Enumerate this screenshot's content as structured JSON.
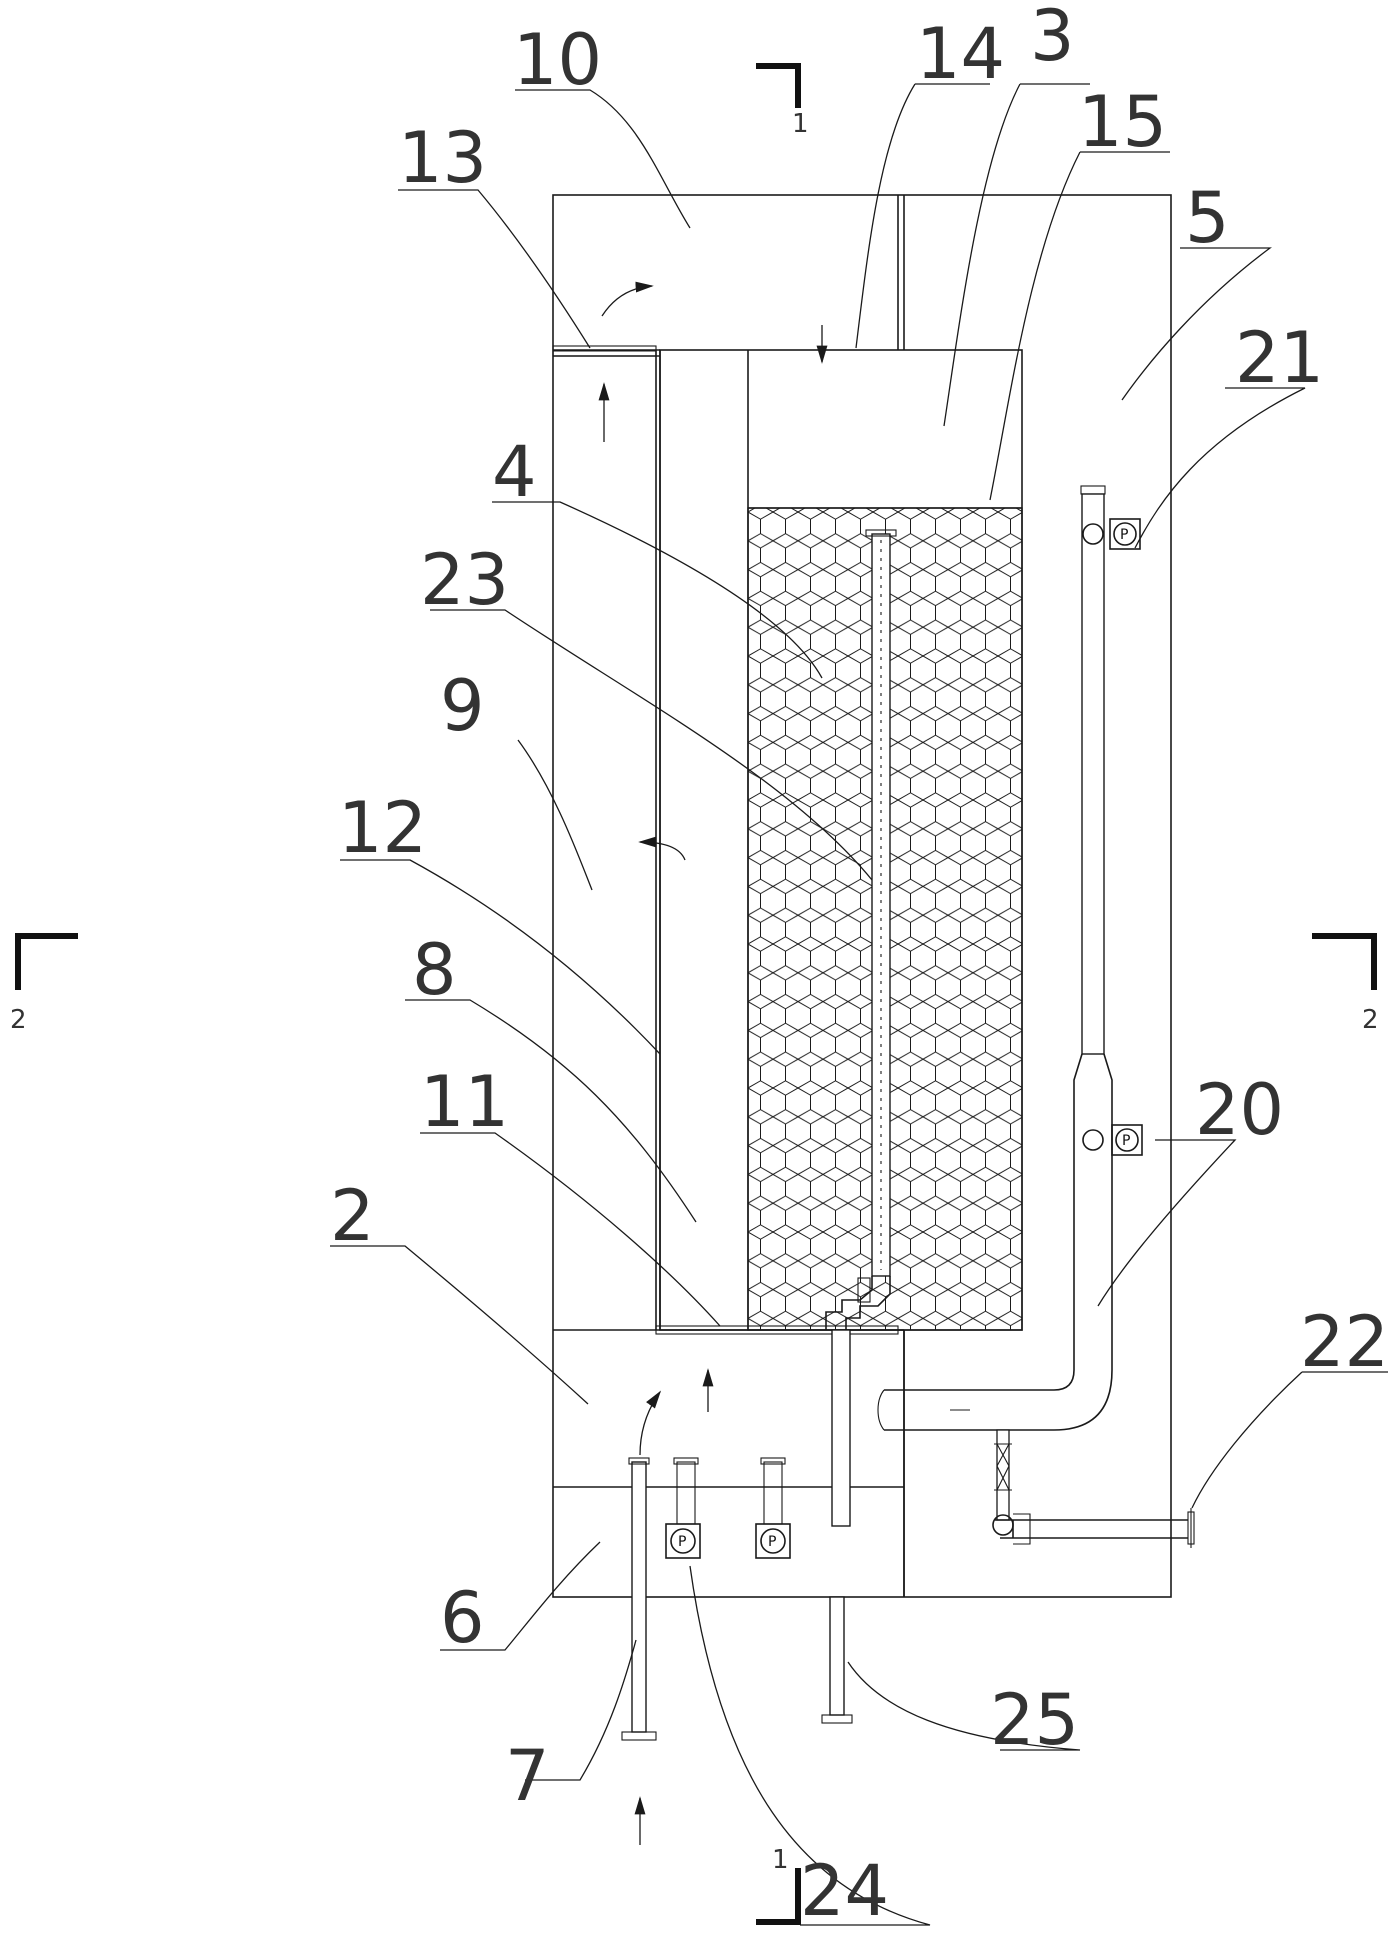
{
  "figure": {
    "section_marks": {
      "vertical_section": "1",
      "horizontal_section": "2"
    },
    "pump_symbol_letter": "P",
    "callouts": [
      {
        "id": "10",
        "text": "10"
      },
      {
        "id": "14",
        "text": "14"
      },
      {
        "id": "3",
        "text": "3"
      },
      {
        "id": "15",
        "text": "15"
      },
      {
        "id": "13",
        "text": "13"
      },
      {
        "id": "5",
        "text": "5"
      },
      {
        "id": "21",
        "text": "21"
      },
      {
        "id": "4",
        "text": "4"
      },
      {
        "id": "23",
        "text": "23"
      },
      {
        "id": "9",
        "text": "9"
      },
      {
        "id": "12",
        "text": "12"
      },
      {
        "id": "8",
        "text": "8"
      },
      {
        "id": "20",
        "text": "20"
      },
      {
        "id": "11",
        "text": "11"
      },
      {
        "id": "2",
        "text": "2"
      },
      {
        "id": "22",
        "text": "22"
      },
      {
        "id": "6",
        "text": "6"
      },
      {
        "id": "25",
        "text": "25"
      },
      {
        "id": "7",
        "text": "7"
      },
      {
        "id": "24",
        "text": "24"
      }
    ]
  }
}
